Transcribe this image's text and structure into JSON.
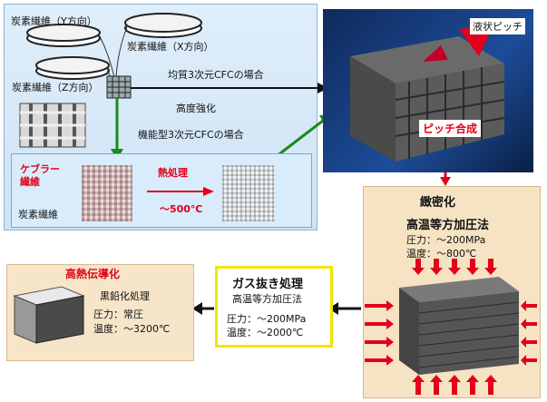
{
  "top": {
    "fiber_y": "炭素繊維（Y方向）",
    "fiber_x": "炭素繊維（X方向）",
    "fiber_z": "炭素繊維（Z方向）",
    "homog": "均質3次元CFCの場合",
    "enhance": "高度強化",
    "functional": "機能型3次元CFCの場合",
    "kevlar": "ケブラー\n繊維",
    "carbon": "炭素繊維",
    "heat_treat": "熱処理",
    "temp": "～500℃"
  },
  "photo": {
    "liquid_pitch": "液状ピッチ",
    "pitch_synth": "ピッチ合成"
  },
  "densify": {
    "title": "緻密化",
    "method": "高温等方加圧法",
    "pressure": "圧力：～200MPa",
    "temperature": "温度：～800℃"
  },
  "gas": {
    "title": "ガス抜き処理",
    "method": "高温等方加圧法",
    "pressure": "圧力：～200MPa",
    "temperature": "温度：～2000℃"
  },
  "heat": {
    "title": "高熱伝導化",
    "process": "黒鉛化処理",
    "pressure": "圧力：常圧",
    "temperature": "温度：～3200℃"
  },
  "colors": {
    "accent_red": "#e2001a",
    "arrow_green": "#1a8a1a",
    "highlight_yellow": "#f2e400"
  }
}
